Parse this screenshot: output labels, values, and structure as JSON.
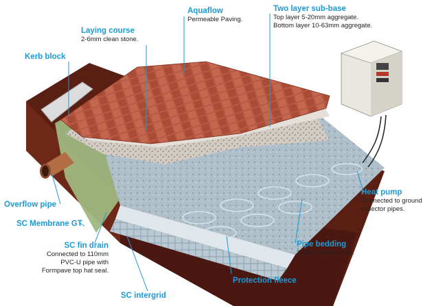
{
  "colors": {
    "accent": "#1a9ad6",
    "text": "#222222",
    "soil": "#5a1f13",
    "brick": "#b3503a",
    "membrane": "#9fb77f",
    "aggregate": "#c9c2ba",
    "pipe_bedding": "#b7c9d3",
    "gravel": "#8d9aa3"
  },
  "labels": {
    "aquaflow": {
      "title": "Aquaflow",
      "desc": "Permeable Paving."
    },
    "two_layer": {
      "title": "Two layer sub-base",
      "line1": "Top layer 5-20mm aggregate.",
      "line2": "Bottom layer 10-63mm aggregate."
    },
    "laying_course": {
      "title": "Laying course",
      "desc": "2-6mm clean stone."
    },
    "kerb_block": {
      "title": "Kerb block"
    },
    "heat_pump": {
      "title": "Heat pump",
      "line1": "Connected to ground",
      "line2": "collector pipes."
    },
    "overflow_pipe": {
      "title": "Overflow pipe"
    },
    "sc_membrane": {
      "title": "SC Membrane GT"
    },
    "sc_fin_drain": {
      "title": "SC fin drain",
      "line1": "Connected to 110mm",
      "line2": "PVC-U pipe with",
      "line3": "Formpave top hat seal."
    },
    "pipe_bedding": {
      "title": "Pipe bedding",
      "desc": "2-6mm clean stone."
    },
    "protection_fleece": {
      "title": "Protection fleece"
    },
    "sc_intergrid": {
      "title": "SC intergrid"
    }
  }
}
